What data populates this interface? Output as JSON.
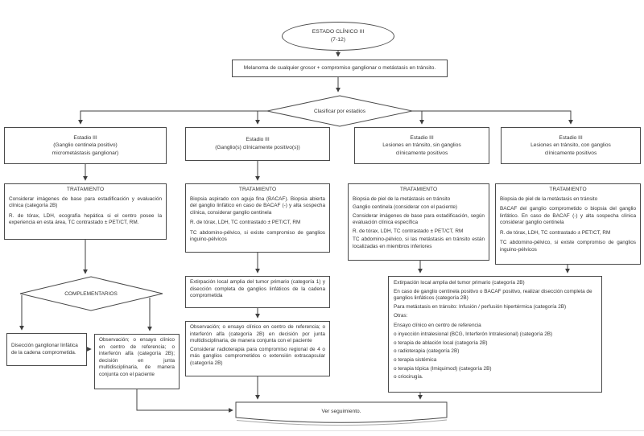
{
  "title_oval": {
    "line1": "ESTADO CLÍNICO III",
    "line2": "(7-12)"
  },
  "intro_box": "Melanoma de cualquier grosor + compromiso ganglionar o metástasis en tránsito.",
  "classify_diamond": "Clasificar por estadios",
  "col1": {
    "header": [
      "Estadio III",
      "(Ganglio centinela positivo)",
      "micrometástasis ganglionar)"
    ],
    "treatment_title": "TRATAMIENTO",
    "treatment": [
      "Considerar imágenes de base para estadificación y evaluación clínica (categoría 2B)",
      "R. de tórax, LDH, ecografía hepática si el centro posee la experiencia en esta área, TC contrastado ± PET/CT, RM."
    ],
    "complementarios_diamond": "COMPLEMENTARIOS",
    "diseccion_box": "Disección ganglionar linfática de la cadena comprometida.",
    "observacion_box": "Observación; o ensayo clínico en centro de referencia; o interferón alfa (categoría 2B); decisión en junta multidisciplinaria, de manera conjunta con el paciente"
  },
  "col2": {
    "header": [
      "Estadio III",
      "(Ganglio(s) clínicamente positivo(s))"
    ],
    "treatment_title": "TRATAMIENTO",
    "treatment": [
      "Biopsia aspirado con aguja fina (BACAF). Biopsia abierta del ganglio linfático en caso de BACAF (-) y alta sospecha clínica, considerar ganglio centinela",
      "R. de tórax, LDH, TC contrastado ± PET/CT, RM",
      "TC abdomino-pélvico, si existe compromiso de ganglios inguino-pélvicos"
    ],
    "extirpacion_box": "Extirpación local amplia del tumor primario (categoría 1) y disección completa de ganglios linfáticos de la cadena comprometida",
    "observacion_box": [
      "Observación; o ensayo clínico en centro de referencia; o interferón alfa (categoría 2B) en decisión por junta multidisciplinaria, de manera conjunta con el paciente",
      "Considerar radioterapia para compromiso regional de 4 o más ganglios comprometidos o extensión extracapsular (categoría 2B)"
    ]
  },
  "col3": {
    "header": [
      "Estadio III",
      "Lesiones en tránsito, sin ganglios",
      "clínicamente positivos"
    ],
    "treatment_title": "TRATAMIENTO",
    "treatment": [
      "Biopsia de piel de la metástasis en tránsito",
      "Ganglio centinela (considerar con el paciente)",
      "Considerar imágenes de base para estadificación, según evaluación clínica específica",
      "R. de tórax, LDH, TC contrastado ± PET/CT, RM",
      "TC abdomino-pélvico, si las metástasis en tránsito están localizadas en miembros inferiores"
    ]
  },
  "col4": {
    "header": [
      "Estadio III",
      "Lesiones en tránsito, con ganglios",
      "clínicamente positivos"
    ],
    "treatment_title": "TRATAMIENTO",
    "treatment": [
      "Biopsia de piel de la metástasis en tránsito",
      "BACAF del ganglio comprometido o biopsia del ganglio linfático. En caso de BACAF (-) y alta sospecha clínica considerar ganglio centinela",
      "R. de tórax, LDH, TC contrastado ± PET/CT, RM",
      "TC abdomino-pélvico, si existe compromiso de ganglios inguino-pélvicos"
    ]
  },
  "merged_box": {
    "lines": [
      "Extirpación local amplia del tumor primario (categoría 2B)",
      "En caso de ganglio centinela positivo o BACAF positivo, realizar disección completa de ganglios linfáticos (categoría 2B)",
      "Para metástasis en tránsito: Infusión / perfusión hipertérmica (categoría 2B)",
      "Otras:",
      "Ensayo clínico en centro de referencia",
      "o inyección intralesional (BCG, Interferón Intralesional) (categoría 2B)",
      "o terapia de ablación local (categoría 2B)",
      "o radioterapia (categoría 2B)",
      "o terapia sistémica",
      "o terapia tópica (Imiquimod) (categoría 2B)",
      "o criocirugía."
    ]
  },
  "followup_box": "Ver seguimiento.",
  "colors": {
    "line": "#3f3f3f",
    "border": "#4a4a4a",
    "text": "#333333",
    "background": "#ffffff"
  }
}
